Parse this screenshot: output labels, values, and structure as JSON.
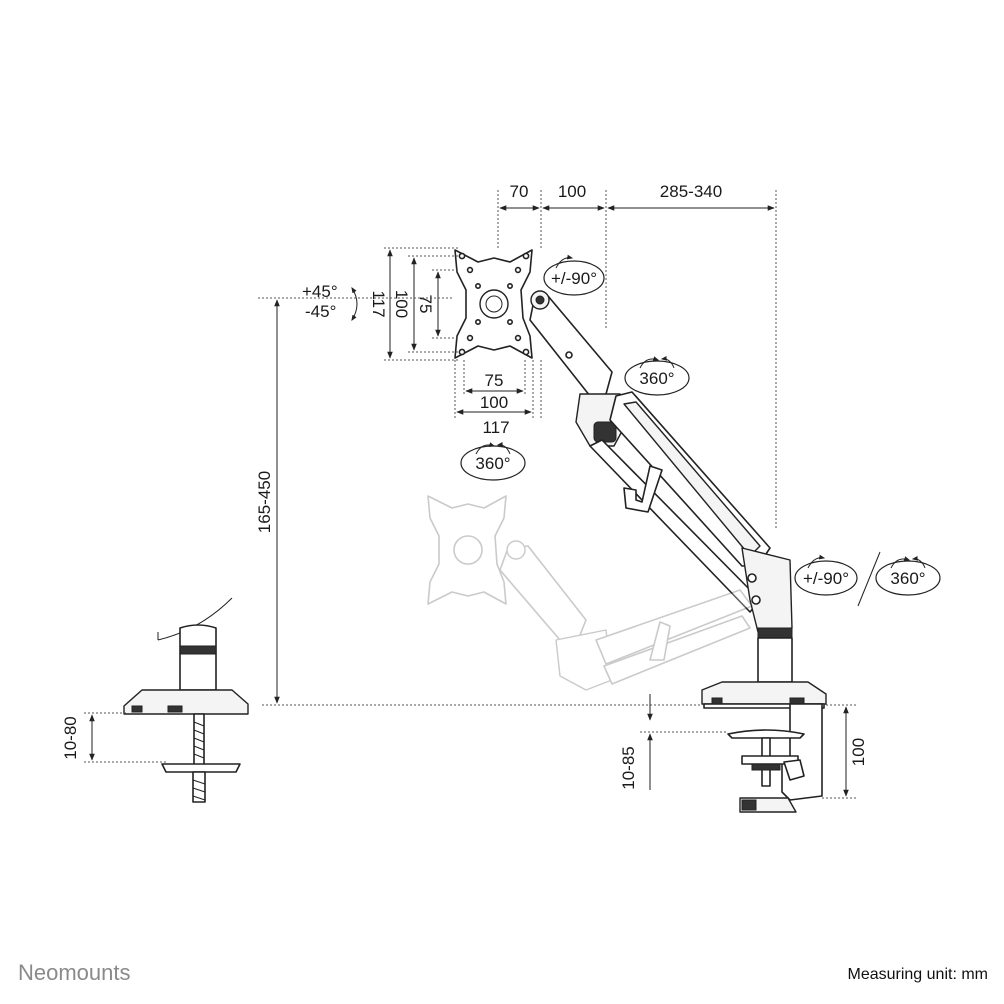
{
  "labels": {
    "d70": "70",
    "d100_top": "100",
    "d285": "285-340",
    "plate117": "117",
    "plate100": "100",
    "plate75": "75",
    "plate75_h": "75",
    "plate100_h": "100",
    "plate117_h": "117",
    "tilt_up": "+45°",
    "tilt_down": "-45°",
    "rot_head": "+/-90°",
    "swivel_mid": "360°",
    "swivel_plate": "360°",
    "rot_pole": "+/-90°",
    "swivel_pole": "360°",
    "height": "165-450",
    "desk_left": "10-80",
    "desk_right": "10-85",
    "clamp_h": "100"
  },
  "footer": {
    "brand": "Neomounts",
    "unit": "Measuring unit: mm"
  },
  "colors": {
    "line": "#222222",
    "brand": "#8a8a8a"
  }
}
